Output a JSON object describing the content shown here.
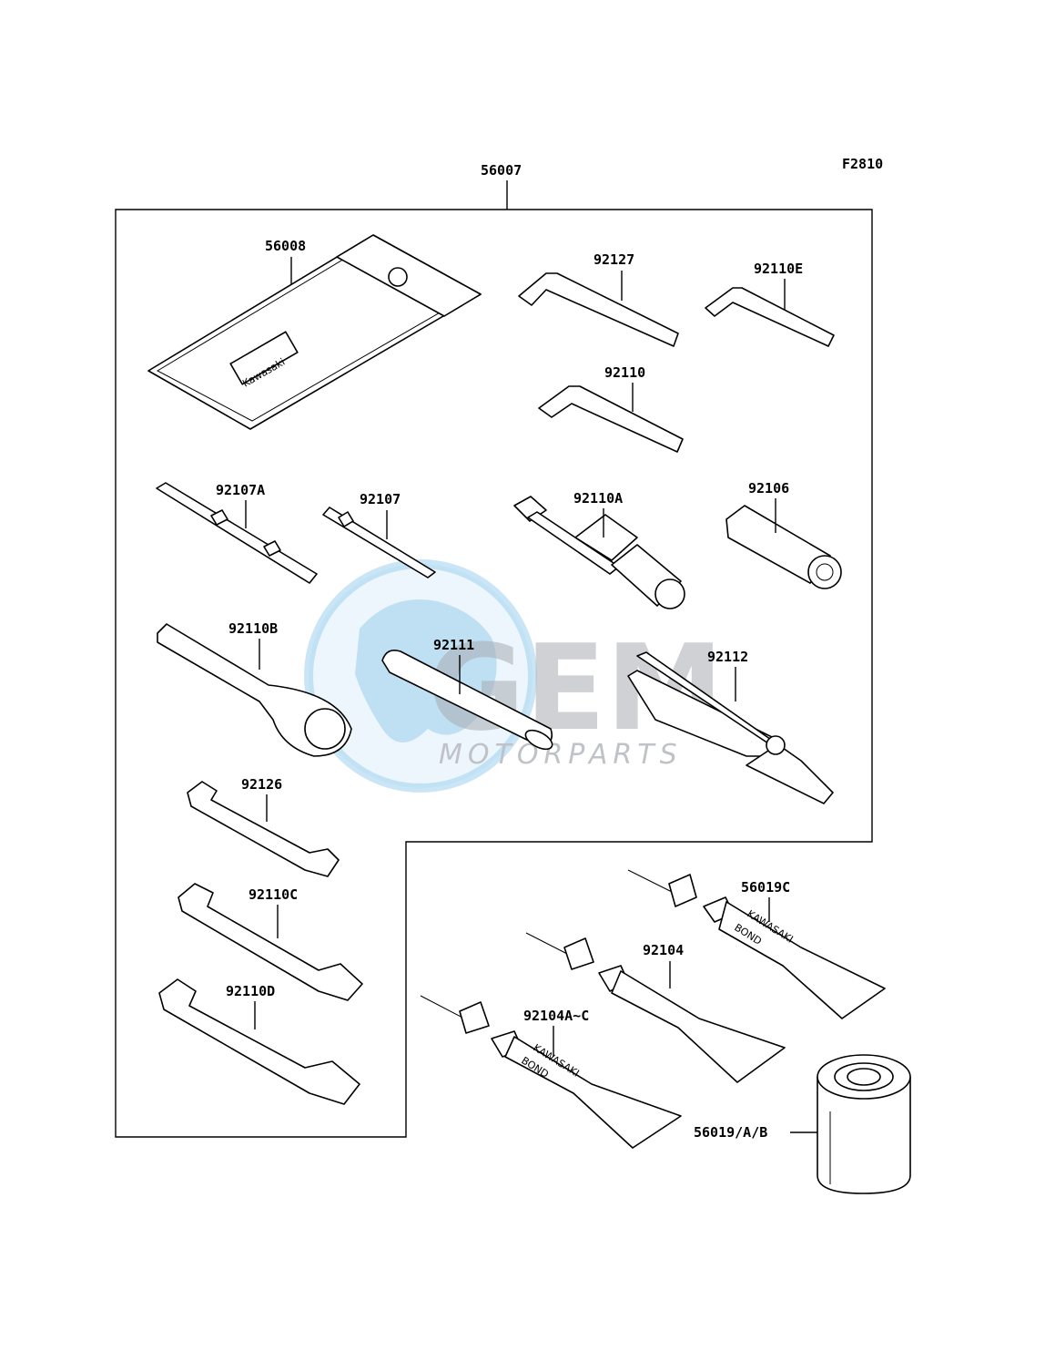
{
  "figure_code": "F2810",
  "kit_label": "56007",
  "watermark": {
    "brand": "GEM",
    "tagline": "MOTORPARTS"
  },
  "pouch_brand": "Kawasaki",
  "tube_brand": "KAWASAKI",
  "tube_product": "BOND",
  "parts": [
    {
      "id": "56008",
      "name": "tool-pouch"
    },
    {
      "id": "92127",
      "name": "hex-key-large"
    },
    {
      "id": "92110E",
      "name": "hex-key-small"
    },
    {
      "id": "92110",
      "name": "hex-key-medium"
    },
    {
      "id": "92107A",
      "name": "screwdriver-bit-double"
    },
    {
      "id": "92107",
      "name": "screwdriver-bit"
    },
    {
      "id": "92110A",
      "name": "socket-wrench"
    },
    {
      "id": "92106",
      "name": "hex-socket"
    },
    {
      "id": "92110B",
      "name": "ring-wrench"
    },
    {
      "id": "92111",
      "name": "handle-bar"
    },
    {
      "id": "92112",
      "name": "pliers"
    },
    {
      "id": "92126",
      "name": "open-wrench-small"
    },
    {
      "id": "92110C",
      "name": "open-wrench-medium"
    },
    {
      "id": "92110D",
      "name": "open-wrench-large"
    },
    {
      "id": "56019C",
      "name": "bond-tube-top"
    },
    {
      "id": "92104",
      "name": "bond-tube-middle"
    },
    {
      "id": "92104A~C",
      "name": "bond-tube-bottom"
    },
    {
      "id": "56019/A/B",
      "name": "bond-container"
    }
  ]
}
